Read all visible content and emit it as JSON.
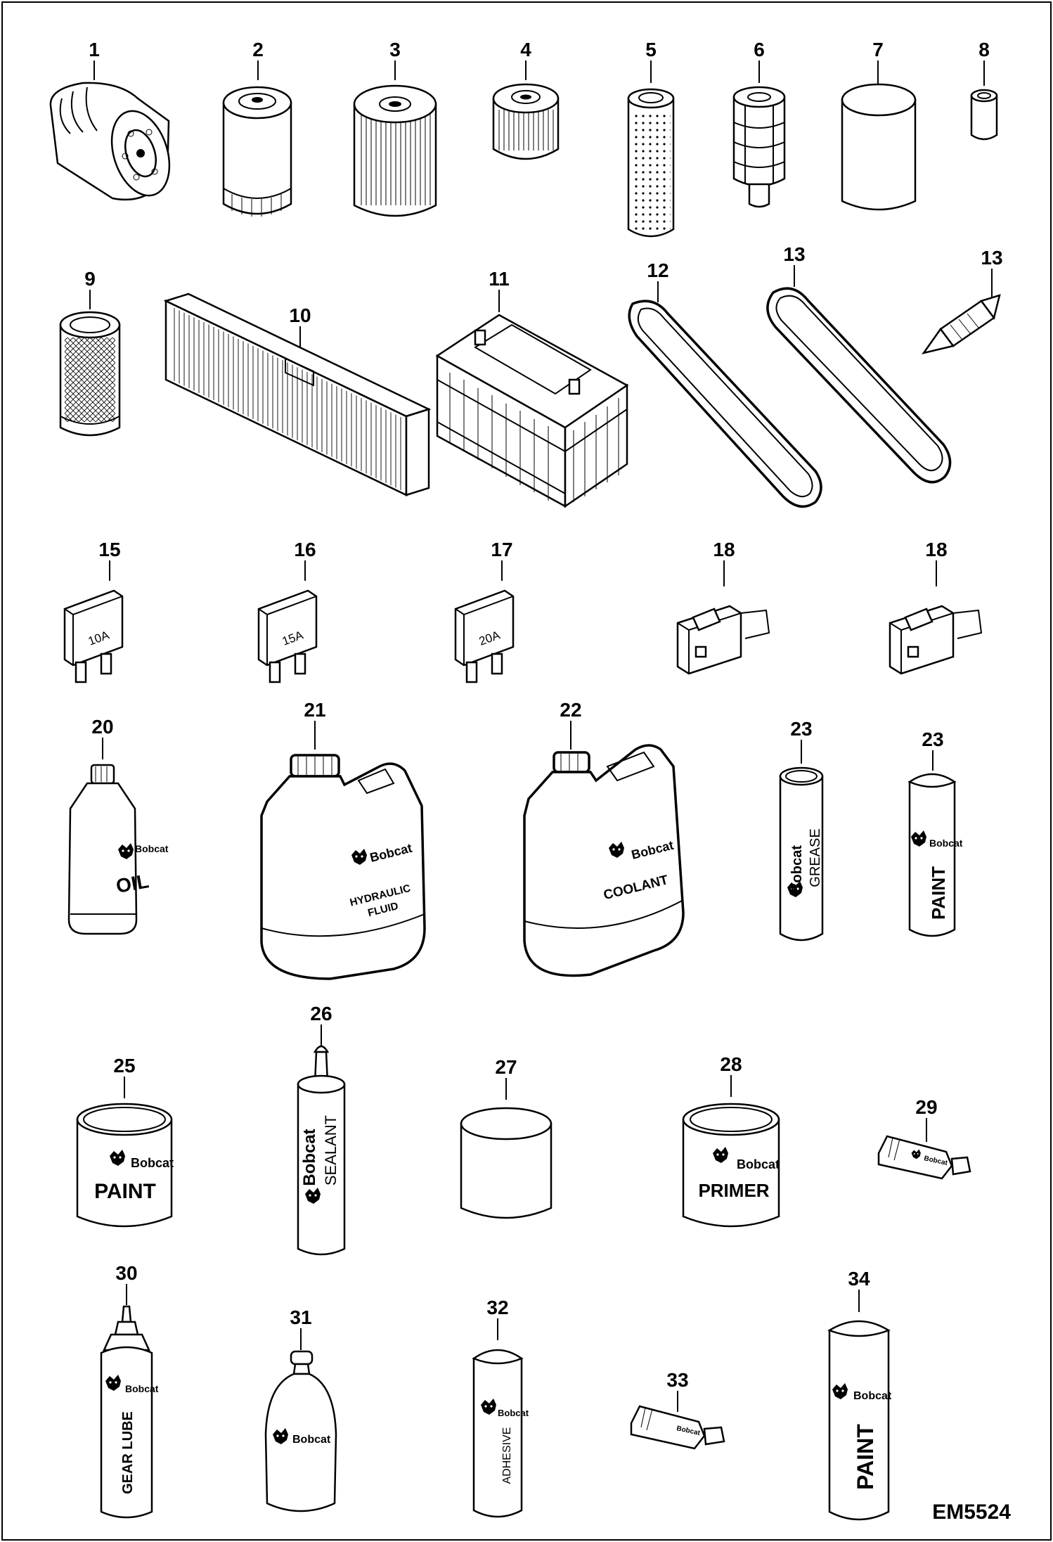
{
  "drawing_code": "EM5524",
  "parts": [
    {
      "callout": "1"
    },
    {
      "callout": "2"
    },
    {
      "callout": "3"
    },
    {
      "callout": "4"
    },
    {
      "callout": "5"
    },
    {
      "callout": "6"
    },
    {
      "callout": "7"
    },
    {
      "callout": "8"
    },
    {
      "callout": "9"
    },
    {
      "callout": "10"
    },
    {
      "callout": "11"
    },
    {
      "callout": "12"
    },
    {
      "callout": "13"
    },
    {
      "callout": "13"
    },
    {
      "callout": "15"
    },
    {
      "callout": "16"
    },
    {
      "callout": "17"
    },
    {
      "callout": "18"
    },
    {
      "callout": "18"
    },
    {
      "callout": "20"
    },
    {
      "callout": "21"
    },
    {
      "callout": "22"
    },
    {
      "callout": "23"
    },
    {
      "callout": "23"
    },
    {
      "callout": "25"
    },
    {
      "callout": "26"
    },
    {
      "callout": "27"
    },
    {
      "callout": "28"
    },
    {
      "callout": "29"
    },
    {
      "callout": "30"
    },
    {
      "callout": "31"
    },
    {
      "callout": "32"
    },
    {
      "callout": "33"
    },
    {
      "callout": "34"
    }
  ],
  "labels": {
    "fuse_10a": "10A",
    "fuse_15a": "15A",
    "fuse_20a": "20A",
    "brand": "Bobcat",
    "oil": "OIL",
    "hydraulic_1": "HYDRAULIC",
    "hydraulic_2": "FLUID",
    "coolant": "COOLANT",
    "grease": "GREASE",
    "paint": "PAINT",
    "sealant": "SEALANT",
    "primer": "PRIMER",
    "gear_lube": "GEAR LUBE",
    "adhesive": "ADHESIVE"
  }
}
